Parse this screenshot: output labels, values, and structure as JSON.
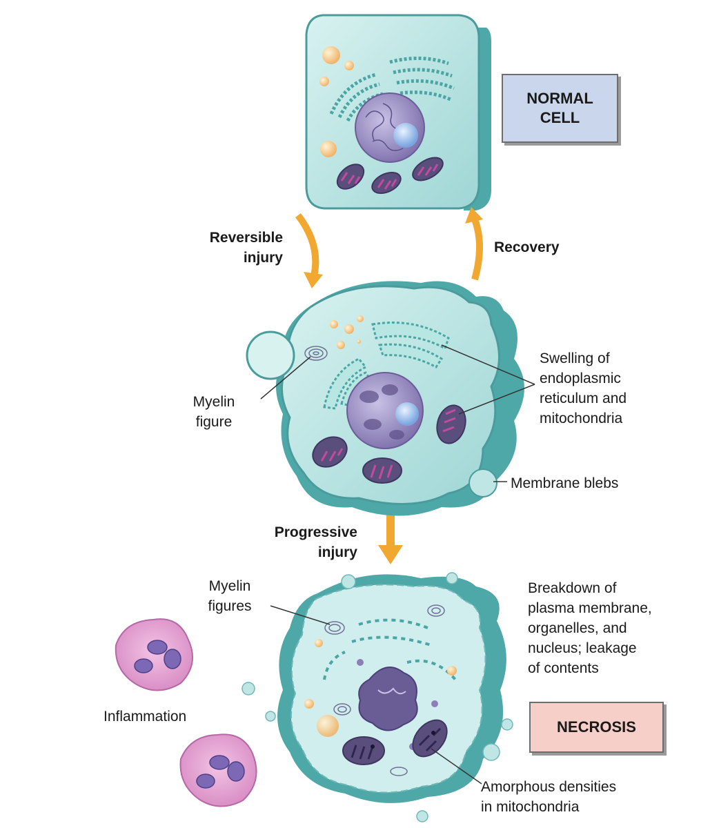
{
  "boxes": {
    "normal": "NORMAL\nCELL",
    "necrosis": "NECROSIS"
  },
  "arrows": {
    "reversible": "Reversible\ninjury",
    "recovery": "Recovery",
    "progressive": "Progressive\ninjury"
  },
  "labels": {
    "myelin_figure": "Myelin\nfigure",
    "swelling": "Swelling of\nendoplasmic\nreticulum and\nmitochondria",
    "blebs": "Membrane blebs",
    "myelin_figures": "Myelin\nfigures",
    "breakdown": "Breakdown of\nplasma membrane,\norganelles, and\nnucleus; leakage\nof contents",
    "inflammation": "Inflammation",
    "amorphous": "Amorphous densities\nin mitochondria"
  },
  "colors": {
    "cell_fill": "#a6dedd",
    "cell_dark": "#4fa8a8",
    "arrow": "#f0a830",
    "nucleus": "#8c7fb8",
    "mito": "#5a4f7c",
    "normal_box": "#c9d6ec",
    "necrosis_box": "#f6cfc8",
    "neutrophil": "#e7a6d4"
  }
}
